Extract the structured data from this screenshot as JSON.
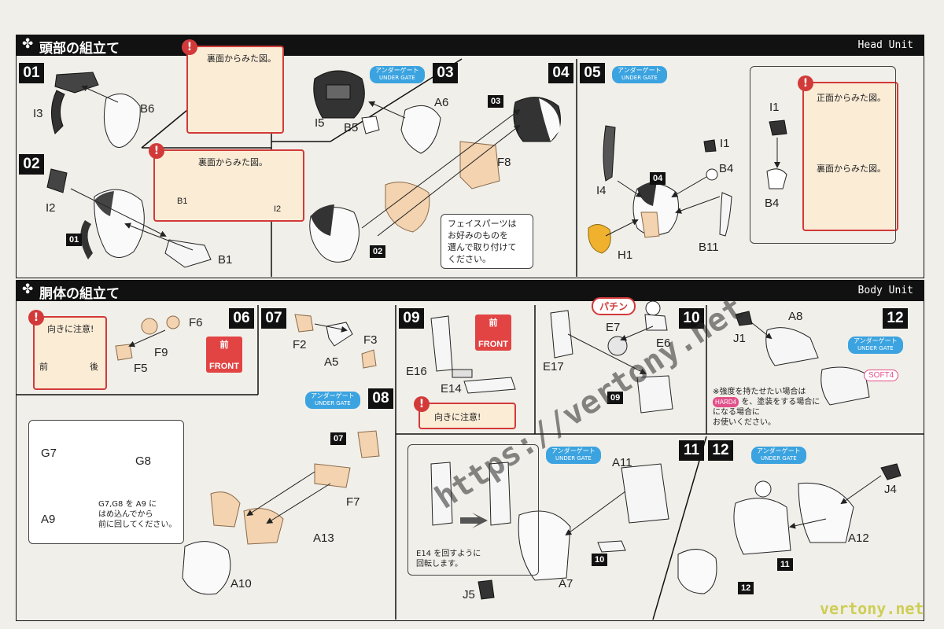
{
  "head_section": {
    "title": "頭部の組立て",
    "unit": "Head Unit"
  },
  "body_section": {
    "title": "胴体の組立て",
    "unit": "Body Unit"
  },
  "section_icon": "✤",
  "steps": {
    "s01": "01",
    "s02": "02",
    "s03": "03",
    "s04": "04",
    "s05": "05",
    "s06": "06",
    "s07": "07",
    "s08": "08",
    "s09": "09",
    "s10": "10",
    "s11": "11",
    "s12": "12"
  },
  "under_gate": {
    "jp": "アンダーゲート",
    "en": "UNDER GATE"
  },
  "notes": {
    "back_view": "裏面からみた図。",
    "front_view": "正面からみた図。",
    "direction": "向きに注意!",
    "front_jp": "前",
    "back_jp": "後",
    "face_parts": [
      "フェイスパーツは",
      "お好みのものを",
      "選んで取り付けて",
      "ください。"
    ],
    "g7g8": [
      "G7,G8 を A9 に",
      "はめ込んでから",
      "前に回してください。"
    ],
    "e14": [
      "E14 を回すように",
      "回転します。"
    ],
    "strength": [
      "※強度を持たせたい場合は",
      "を、塗装をする場合に",
      "になる場合に",
      "お使いください。"
    ]
  },
  "badges": {
    "front": "FRONT",
    "front_jp": "前",
    "pachin": "パチン",
    "soft4": "SOFT4",
    "hard4": "HARD4"
  },
  "labels": {
    "I3": "I3",
    "B6": "B6",
    "I2": "I2",
    "B1": "B1",
    "I5": "I5",
    "B5": "B5",
    "A6": "A6",
    "F8": "F8",
    "I1": "I1",
    "B4": "B4",
    "I4": "I4",
    "H1": "H1",
    "B11": "B11",
    "F6": "F6",
    "F9": "F9",
    "F5": "F5",
    "F2": "F2",
    "F3": "F3",
    "A5": "A5",
    "E16": "E16",
    "E14": "E14",
    "E7": "E7",
    "E6": "E6",
    "E17": "E17",
    "J1": "J1",
    "A8": "A8",
    "G7": "G7",
    "G8": "G8",
    "A9": "A9",
    "F7": "F7",
    "A13": "A13",
    "A10": "A10",
    "A11": "A11",
    "A7": "A7",
    "J5": "J5",
    "J4": "J4",
    "A12": "A12"
  },
  "part_tags": {
    "t01": "01",
    "t02": "02",
    "t03": "03",
    "t04": "04",
    "t07": "07",
    "t09": "09",
    "t10": "10",
    "t11": "11",
    "t12": "12"
  },
  "watermark": {
    "url": "https://vertony.net",
    "site": "vertony.net"
  },
  "colors": {
    "accent_red": "#d23a3a",
    "under_gate_blue": "#3ba3e0",
    "note_bg": "#fbecd6",
    "skin": "#f3d3b0",
    "yellow": "#f0b22e",
    "soft_pink": "#e2508a"
  }
}
